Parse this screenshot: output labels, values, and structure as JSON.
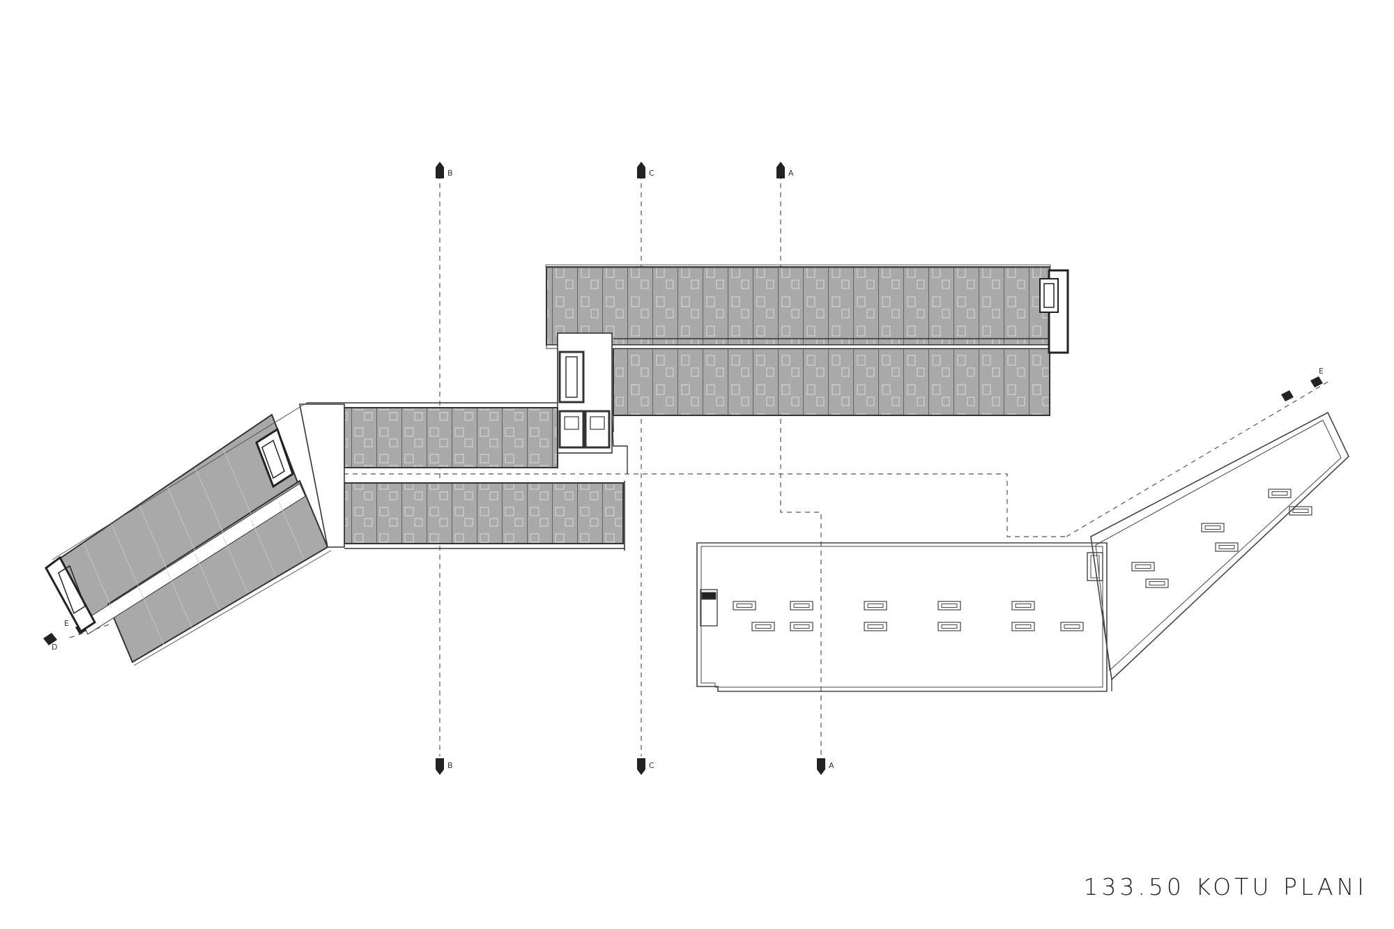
{
  "title": "133.50 KOTU PLANI",
  "sections": {
    "a": "A",
    "b": "B",
    "c": "C",
    "d": "D",
    "e": "E"
  },
  "colors": {
    "room_fill": "#a9a9a9",
    "line": "#333333",
    "background": "#ffffff"
  }
}
